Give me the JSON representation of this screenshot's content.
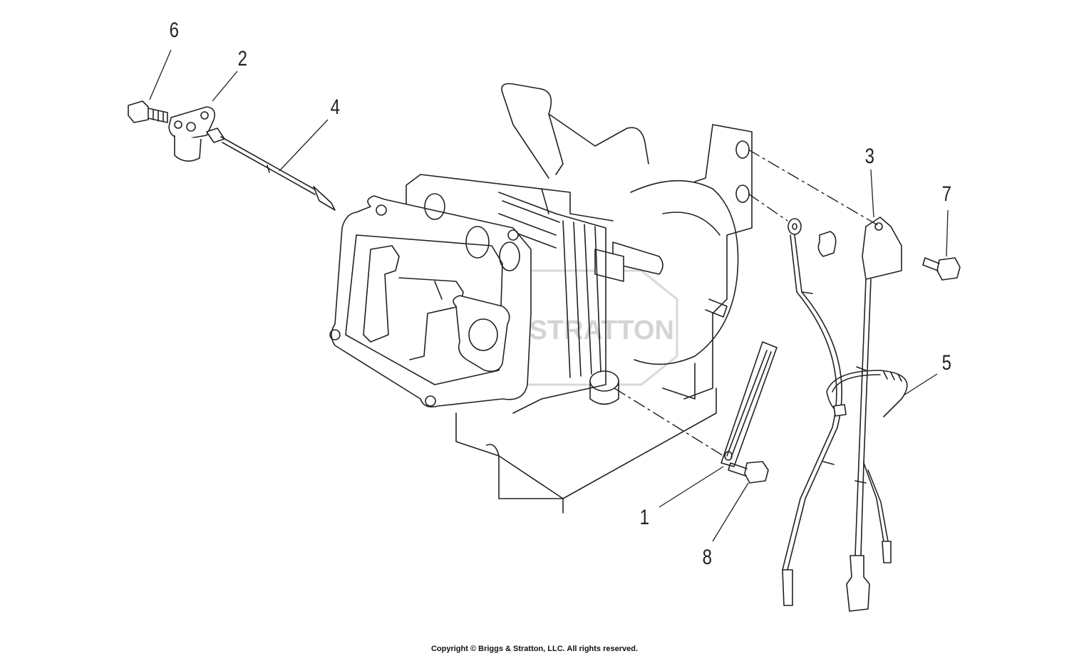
{
  "diagram": {
    "callouts": [
      {
        "id": "6",
        "label": "6"
      },
      {
        "id": "2",
        "label": "2"
      },
      {
        "id": "4",
        "label": "4"
      },
      {
        "id": "3",
        "label": "3"
      },
      {
        "id": "7",
        "label": "7"
      },
      {
        "id": "5",
        "label": "5"
      },
      {
        "id": "1",
        "label": "1"
      },
      {
        "id": "8",
        "label": "8"
      }
    ],
    "watermark": "BRIGGS & STRATTON"
  },
  "footer": {
    "copyright": "Copyright © Briggs & Stratton, LLC. All rights reserved."
  },
  "colors": {
    "line": "#222222",
    "watermark": "#d4d4d4",
    "background": "#ffffff"
  }
}
